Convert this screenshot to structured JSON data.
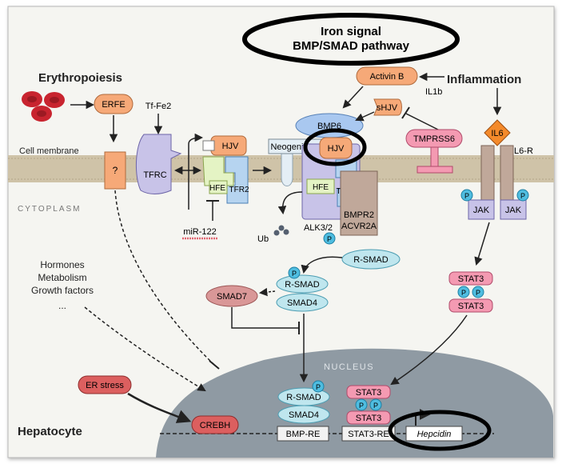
{
  "header": {
    "title_line1": "Iron signal",
    "title_line2": "BMP/SMAD pathway"
  },
  "sections": {
    "erythropoiesis": "Erythropoiesis",
    "inflammation": "Inflammation",
    "cell_membrane": "Cell membrane",
    "cytoplasm": "CYTOPLASM",
    "nucleus": "NUCLEUS",
    "hepatocyte": "Hepatocyte",
    "other_inputs": [
      "Hormones",
      "Metabolism",
      "Growth factors",
      "..."
    ]
  },
  "nodes": {
    "erfe": "ERFE",
    "unknown_receptor": "?",
    "tf_fe2": "Tf-Fe2",
    "tfrc": "TFRC",
    "hjv": "HJV",
    "hfe": "HFE",
    "tfr2": "TFR2",
    "mir122": "miR-122",
    "neogenin": "Neogenin",
    "bmp6": "BMP6",
    "alk": "ALK3/2",
    "bmpr2": "BMPR2",
    "acvr2a": "ACVR2A",
    "ub": "Ub",
    "activin_b": "Activin B",
    "il1b": "IL1b",
    "shjv": "sHJV",
    "tmprss6": "TMPRSS6",
    "il6": "IL6",
    "il6r": "IL6-R",
    "jak": "JAK",
    "p": "P",
    "r_smad": "R-SMAD",
    "smad4": "SMAD4",
    "smad7": "SMAD7",
    "stat3": "STAT3",
    "er_stress": "ER stress",
    "crebh": "CREBH",
    "bmp_re": "BMP-RE",
    "stat3_re": "STAT3-RE",
    "hepcidin": "Hepcidin"
  },
  "colors": {
    "background": "#f5f5f1",
    "membrane": "#cfc3a8",
    "nucleus": "#8f9aa3",
    "orange": "#f6a978",
    "lavender": "#c8c3e8",
    "blue": "#b6d4f0",
    "light_green": "#e4f3c4",
    "pink": "#f49ab2",
    "teal": "#bfe6ee",
    "brown": "#c0a89a",
    "red_node": "#dc5f5f",
    "highlight": "#000000"
  }
}
